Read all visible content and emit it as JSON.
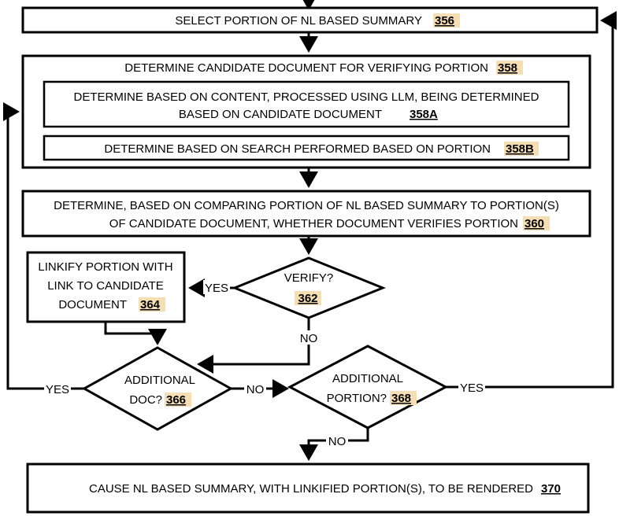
{
  "nodes": {
    "n356": {
      "text": "SELECT PORTION OF NL BASED SUMMARY",
      "ref": "356"
    },
    "n358": {
      "text": "DETERMINE CANDIDATE DOCUMENT FOR VERIFYING PORTION",
      "ref": "358"
    },
    "n358a": {
      "line1": "DETERMINE BASED ON CONTENT, PROCESSED USING LLM, BEING DETERMINED",
      "line2": "BASED ON CANDIDATE DOCUMENT",
      "ref": "358A"
    },
    "n358b": {
      "text": "DETERMINE BASED ON SEARCH PERFORMED BASED ON PORTION",
      "ref": "358B"
    },
    "n360": {
      "line1": "DETERMINE, BASED ON COMPARING PORTION OF NL BASED SUMMARY TO PORTION(S)",
      "line2": "OF CANDIDATE DOCUMENT, WHETHER DOCUMENT VERIFIES PORTION",
      "ref": "360"
    },
    "n362": {
      "text": "VERIFY?",
      "ref": "362"
    },
    "n364": {
      "line1": "LINKIFY PORTION WITH",
      "line2": "LINK TO CANDIDATE",
      "line3": "DOCUMENT",
      "ref": "364"
    },
    "n366": {
      "line1": "ADDITIONAL",
      "line2": "DOC?",
      "ref": "366"
    },
    "n368": {
      "line1": "ADDITIONAL",
      "line2": "PORTION?",
      "ref": "368"
    },
    "n370": {
      "text": "CAUSE NL BASED SUMMARY, WITH LINKIFIED PORTION(S), TO BE RENDERED",
      "ref": "370"
    }
  },
  "edge_labels": {
    "yes_362": "YES",
    "no_362": "NO",
    "yes_366": "YES",
    "no_366": "NO",
    "yes_368": "YES",
    "no_368": "NO"
  },
  "colors": {
    "ref_highlight": "#F5DEB3",
    "stroke": "#000000"
  }
}
